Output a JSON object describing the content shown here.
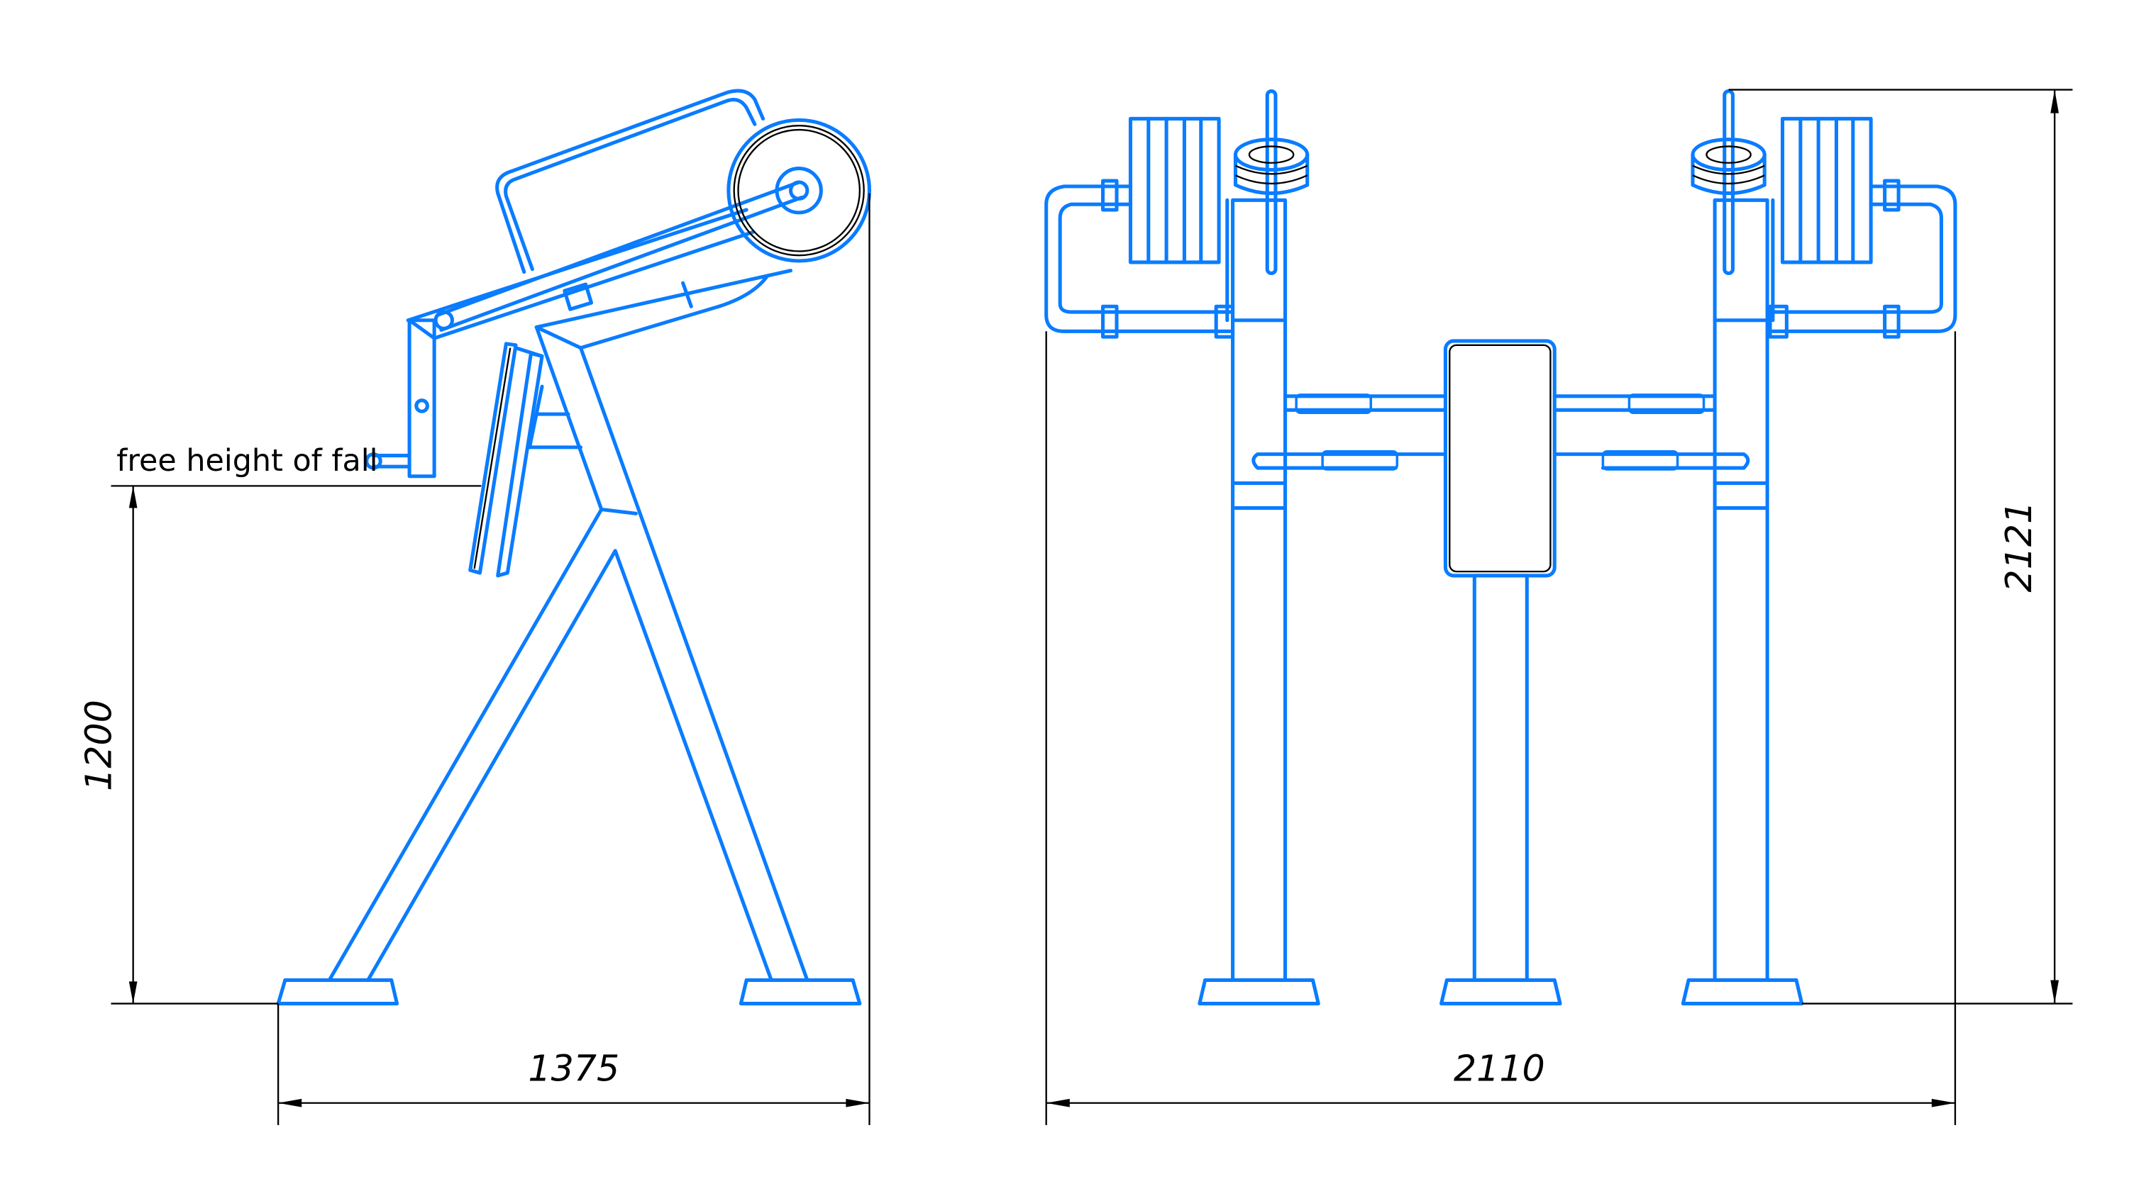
{
  "colors": {
    "line": "#0a7cff",
    "dimension": "#000000"
  },
  "side_view": {
    "annotation": "free height of fall",
    "width_dimension": "1375",
    "fall_height_dimension": "1200"
  },
  "front_view": {
    "width_dimension": "2110",
    "height_dimension": "2121"
  }
}
